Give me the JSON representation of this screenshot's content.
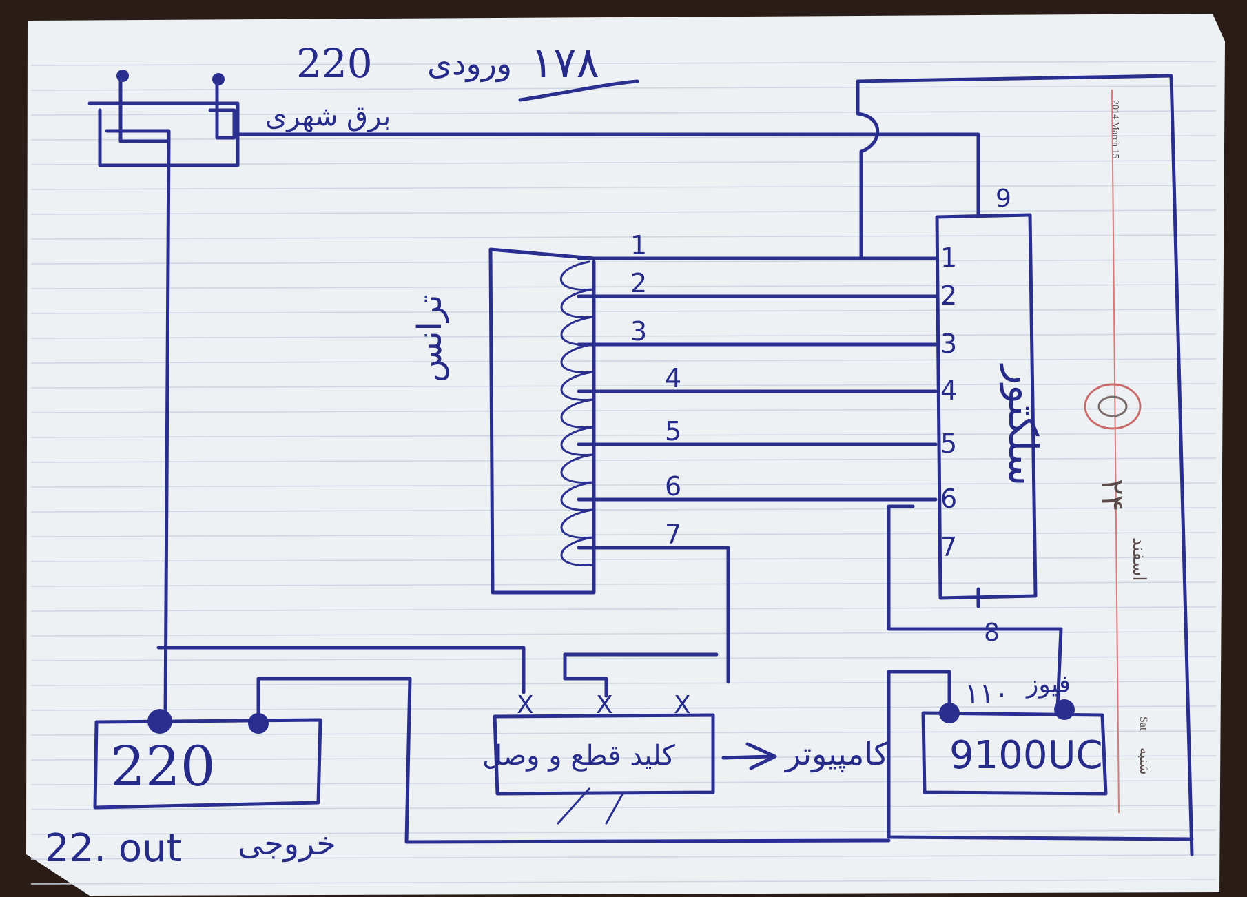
{
  "header": {
    "input_voltage": "220",
    "input_label_fa": "ورودی",
    "input_value_fa": "۱۷۸",
    "city_power_fa": "برق شهری"
  },
  "transformer": {
    "label_fa": "ترانس",
    "taps": [
      "1",
      "2",
      "3",
      "4",
      "5",
      "6",
      "7"
    ]
  },
  "selector": {
    "label_fa": "سلکتور",
    "pins": [
      "1",
      "2",
      "3",
      "4",
      "5",
      "6",
      "7"
    ],
    "pin_top": "9",
    "pin_bottom": "8"
  },
  "relay": {
    "label_fa": "کلید قطع و وصل",
    "arrow_target_fa": "کامپیوتر"
  },
  "controller": {
    "label": "9100UC",
    "input_fa": "فیوز",
    "input_value": "۱۱۰"
  },
  "output": {
    "box_label": "220",
    "note": "22. out",
    "note_fa": "خروجی"
  },
  "notebook": {
    "year_month": "2014 March 15",
    "persian_date": "۲۴",
    "weekday_fa": "اسفند",
    "weekday_short": "Sat",
    "weekday_fa2": "شنبه"
  },
  "colors": {
    "ink": "#2a2f8f",
    "paper": "#f1f3f5",
    "line": "#c9d3de",
    "margin": "#d97a7a"
  }
}
